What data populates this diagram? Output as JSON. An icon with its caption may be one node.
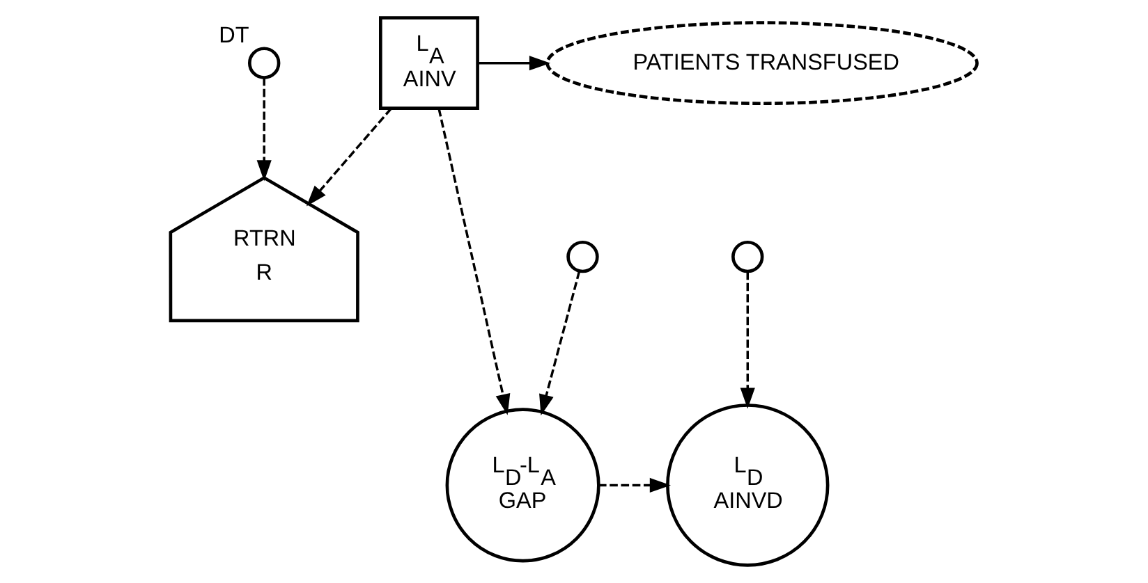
{
  "diagram": {
    "nodes": [
      {
        "text": [
          "L$_{A}$",
          "AINV"
        ]
      },
      {
        "text": [
          "RTRN",
          "R"
        ]
      },
      {
        "text": [
          "PATIENTS TRANSFUSED"
        ]
      },
      {
        "text": [],
        "shape": "circle",
        "beside": [
          "DT"
        ]
      },
      {
        "text": [],
        "shape": "circle"
      },
      {
        "text": [
          "L$_{D}$-L$_{A}$",
          "GAP"
        ]
      },
      {
        "text": [
          "L$_{D}$",
          "AINVD"
        ]
      },
      {
        "text": [],
        "shape": "circle"
      }
    ],
    "edges": [
      {
        "from": 0,
        "to": 2,
        "arrow": "to"
      },
      {
        "from": 0,
        "to": 1,
        "arrow": "to",
        "style": "dashed"
      },
      {
        "from": 3,
        "to": 1,
        "arrow": "to",
        "style": "dashed"
      },
      {
        "from": 0,
        "to": 5,
        "arrow": "to",
        "style": "dashed"
      },
      {
        "from": 4,
        "to": 5,
        "arrow": "to",
        "style": "dashed"
      },
      {
        "from": 5,
        "to": 6,
        "arrow": "to",
        "style": "dashed"
      },
      {
        "from": 7,
        "to": 6,
        "arrow": "to",
        "style": "dashed"
      }
    ]
  }
}
